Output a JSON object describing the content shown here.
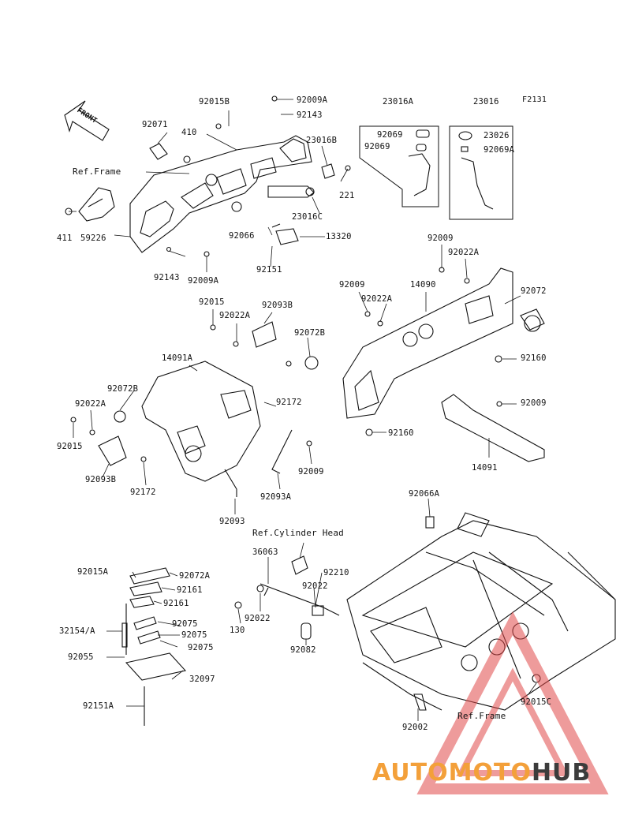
{
  "diagram": {
    "figure_code": "F2131",
    "front_indicator": "FRONT",
    "refs": {
      "frame_top": "Ref.Frame",
      "cylinder_head": "Ref.Cylinder Head",
      "frame_bottom": "Ref.Frame"
    },
    "labels": [
      "92015B",
      "92009A",
      "92143",
      "23016A",
      "23016",
      "92071",
      "410",
      "23016B",
      "92069",
      "92069",
      "23026",
      "92069A",
      "221",
      "23016C",
      "411",
      "59226",
      "92066",
      "13320",
      "92151",
      "92143",
      "92009A",
      "92009",
      "92022A",
      "92009",
      "14090",
      "92022A",
      "92072",
      "92015",
      "92022A",
      "92093B",
      "92072B",
      "92160",
      "14091A",
      "92072B",
      "92172",
      "92009",
      "92022A",
      "92015",
      "92093B",
      "92172",
      "92009",
      "92160",
      "14091",
      "92093A",
      "92093",
      "92066A",
      "Ref.Cylinder Head",
      "36063",
      "92210",
      "92022",
      "92015A",
      "92072A",
      "92161",
      "92161",
      "92075",
      "92075",
      "92075",
      "32154/A",
      "92055",
      "32097",
      "92151A",
      "130",
      "92022",
      "92082",
      "92015C",
      "92002",
      "Ref.Frame"
    ]
  },
  "watermark": {
    "part1": "AUTOMOTO",
    "part2": "HUB",
    "color_primary": "#f3a03a",
    "color_secondary": "#3c3c3c",
    "triangle_color": "#e04848"
  }
}
